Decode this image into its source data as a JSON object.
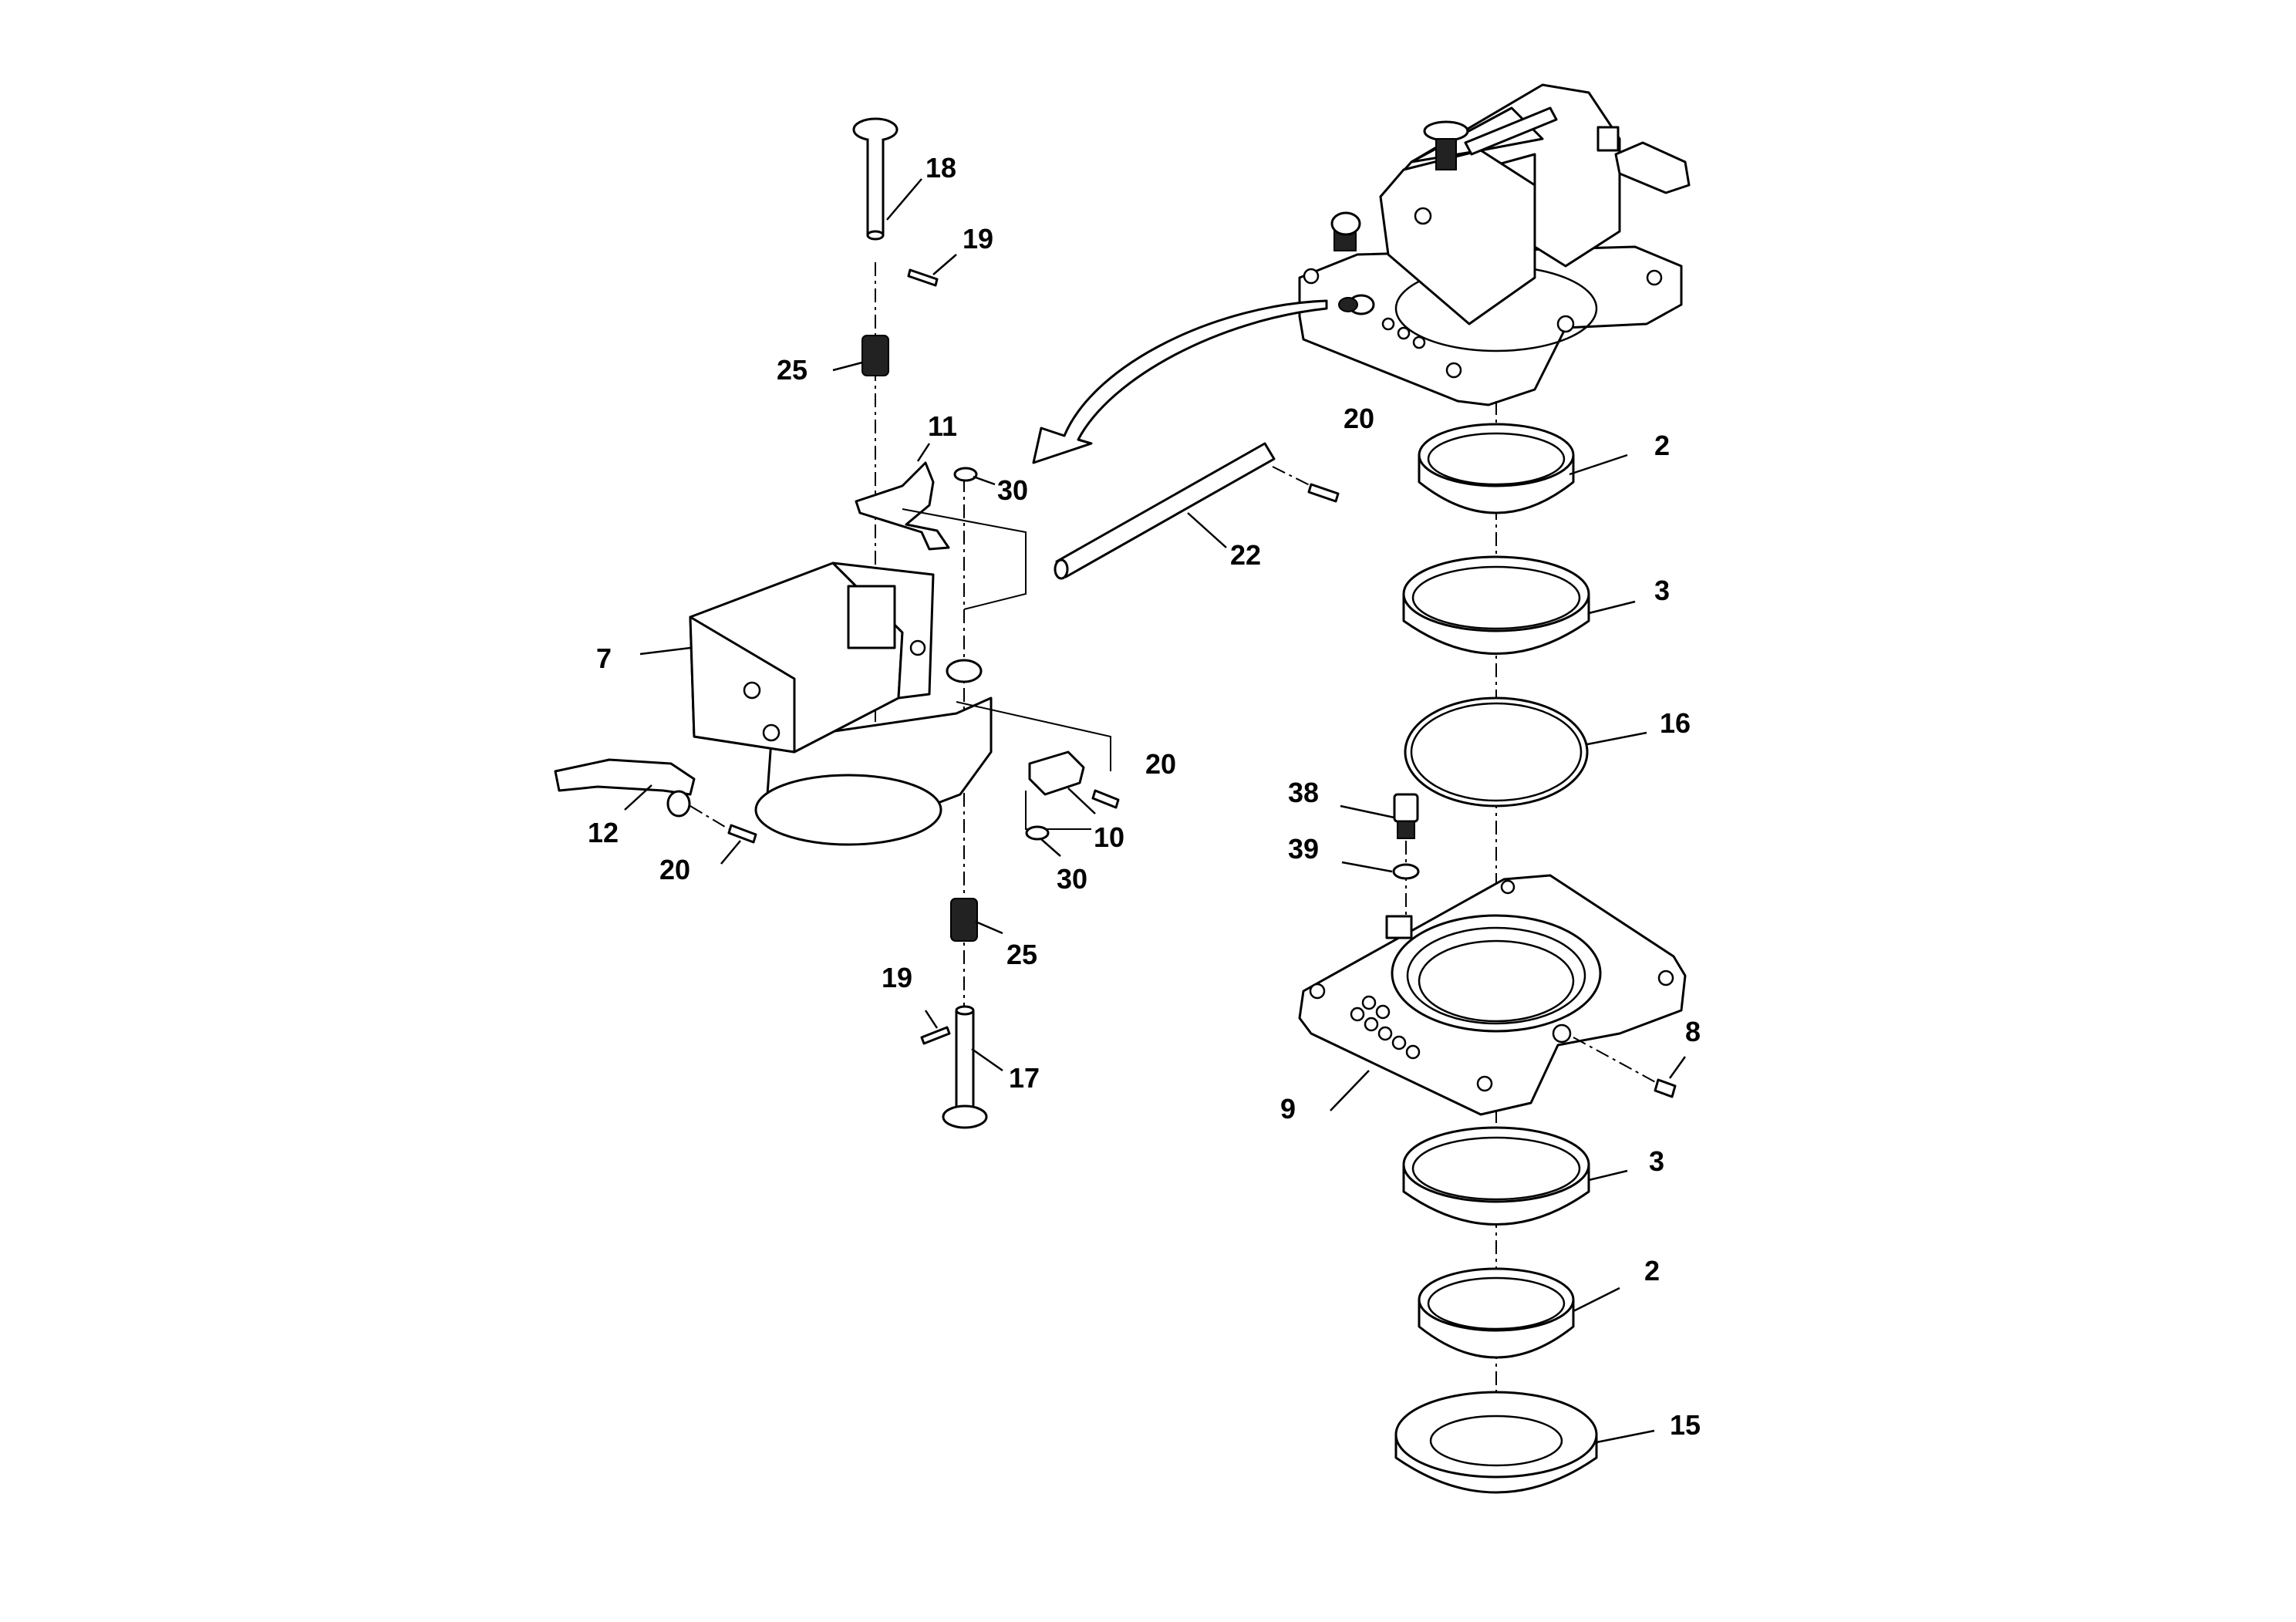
{
  "diagram": {
    "labels": {
      "p18": "18",
      "p19a": "19",
      "p25a": "25",
      "p11": "11",
      "p30a": "30",
      "p20a": "20",
      "p22": "22",
      "p7": "7",
      "p12": "12",
      "p20b": "20",
      "p10": "10",
      "p20c": "20",
      "p30b": "30",
      "p25b": "25",
      "p19b": "19",
      "p17": "17",
      "p2a": "2",
      "p3a": "3",
      "p16": "16",
      "p38": "38",
      "p39": "39",
      "p8": "8",
      "p9": "9",
      "p3b": "3",
      "p2b": "2",
      "p15": "15"
    }
  }
}
